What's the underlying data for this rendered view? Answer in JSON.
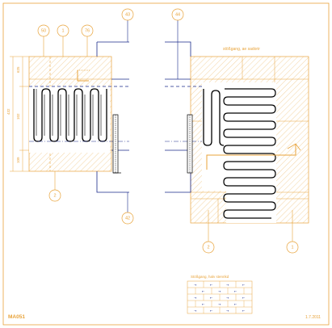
{
  "drawing": {
    "code": "MA051",
    "date": "1.7.2011",
    "top_right_label": "stößgang, ae sadorir",
    "legend_title": "Stößgang, halv stenrikd"
  },
  "dimensions": {
    "top": "625",
    "middle": "102",
    "total": "432",
    "bottom": "109"
  },
  "callouts": {
    "c50": "50",
    "c1_left": "1",
    "c76": "76",
    "c43": "43",
    "c44": "44",
    "c2_left": "2",
    "c42": "42",
    "c2_right": "2",
    "c1_right": "1"
  },
  "colors": {
    "accent": "#e8a33a",
    "line": "#1a2a8a",
    "ink": "#000000",
    "paper": "#ffffff"
  }
}
